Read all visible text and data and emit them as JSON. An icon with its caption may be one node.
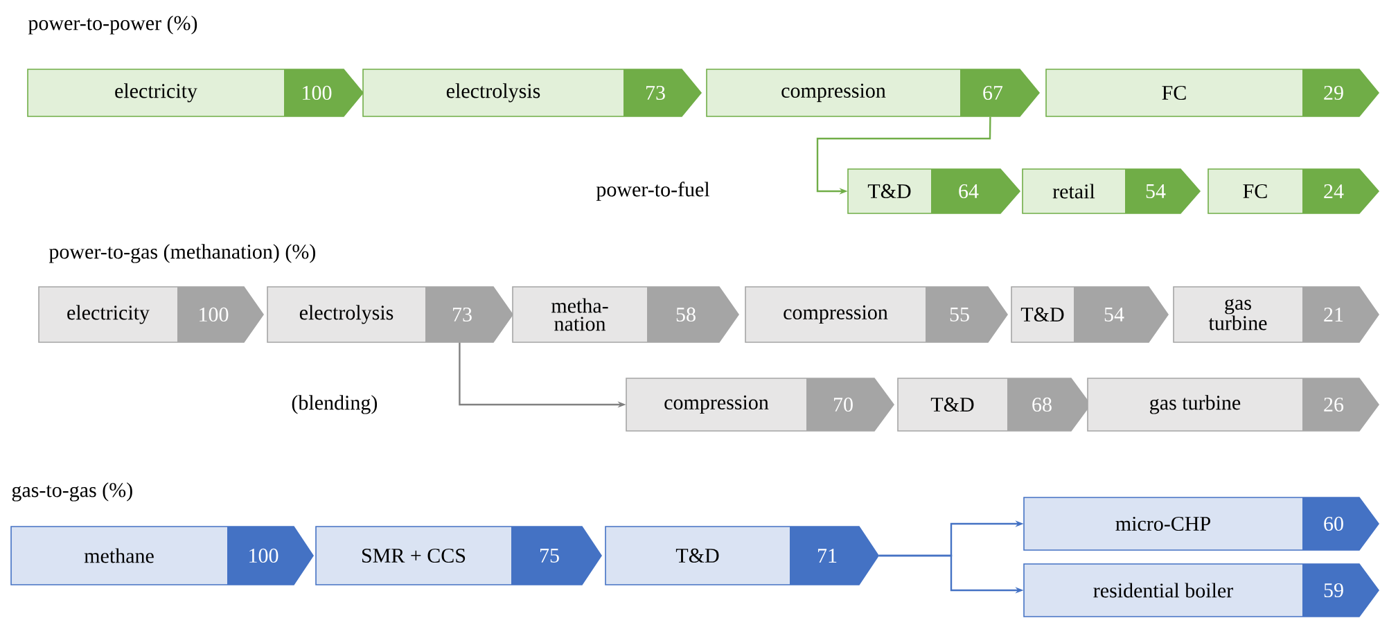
{
  "diagram": {
    "nodes": [
      {
        "text": [
          "electricity",
          "100"
        ]
      },
      {
        "text": [
          "electrolysis",
          "73"
        ]
      },
      {
        "text": [
          "compression",
          "67"
        ]
      },
      {
        "text": [
          "FC",
          "29"
        ]
      },
      {
        "text": [
          "T&D",
          "64"
        ]
      },
      {
        "text": [
          "retail",
          "54"
        ]
      },
      {
        "text": [
          "FC",
          "24"
        ]
      },
      {
        "text": [
          "electricity",
          "100"
        ]
      },
      {
        "text": [
          "electrolysis",
          "73"
        ]
      },
      {
        "text": [
          "metha- nation",
          "58"
        ]
      },
      {
        "text": [
          "compression",
          "55"
        ]
      },
      {
        "text": [
          "T&D",
          "54"
        ]
      },
      {
        "text": [
          "gas turbine",
          "21"
        ]
      },
      {
        "text": [
          "compression",
          "70"
        ]
      },
      {
        "text": [
          "T&D",
          "68"
        ]
      },
      {
        "text": [
          "gas turbine",
          "26"
        ]
      },
      {
        "text": [
          "methane",
          "100"
        ]
      },
      {
        "text": [
          "SMR + CCS",
          "75"
        ]
      },
      {
        "text": [
          "T&D",
          "71"
        ]
      },
      {
        "text": [
          "micro-CHP",
          "60"
        ]
      },
      {
        "text": [
          "residential boiler",
          "59"
        ]
      }
    ],
    "edges": [
      {
        "from": 2,
        "to": 4,
        "arrow": "to",
        "color": "#70ad47"
      },
      {
        "from": 8,
        "to": 13,
        "arrow": "to",
        "color": "#808080"
      },
      {
        "from": 18,
        "to": 19,
        "arrow": "to"
      },
      {
        "from": 18,
        "to": 20,
        "arrow": "to"
      }
    ],
    "labels": [
      "power-to-power (%)",
      "power-to-fuel",
      "power-to-gas (methanation) (%)",
      "(blending)",
      "gas-to-gas (%)"
    ]
  }
}
